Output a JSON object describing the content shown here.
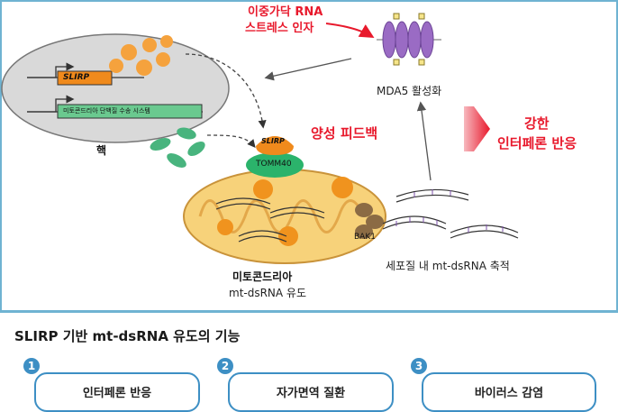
{
  "nucleus": {
    "label": "핵",
    "gene_slirp": "SLIRP",
    "gene_mito_system": "미토콘드리아 단백질 수송 시스템"
  },
  "labels": {
    "dsrna_sensor_line1": "이중가닥 RNA",
    "dsrna_sensor_line2": "스트레스 인자",
    "mda5": "MDA5 활성화",
    "feedback": "양성 피드백",
    "response_line1": "강한",
    "response_line2": "인터페론 반응",
    "slirp_protein": "SLIRP",
    "tomm40": "TOMM40",
    "bak1": "BAK1",
    "mito_line1": "미토콘드리아",
    "mito_line2": "mt-dsRNA 유도",
    "cytosol": "세포질 내 mt-dsRNA 축적"
  },
  "bottom": {
    "title": "SLIRP 기반 mt-dsRNA 유도의 기능",
    "items": [
      {
        "num": "1",
        "label": "인터페론 반응"
      },
      {
        "num": "2",
        "label": "자가면역 질환"
      },
      {
        "num": "3",
        "label": "바이러스 감염"
      }
    ]
  },
  "colors": {
    "accent_red": "#e8192c",
    "slirp_orange": "#f08a1c",
    "tomm_green": "#2bb36b",
    "mito_fill": "#f7d27a",
    "mda5_purple": "#9a6bc4",
    "frame_blue": "#3d8fc4"
  }
}
